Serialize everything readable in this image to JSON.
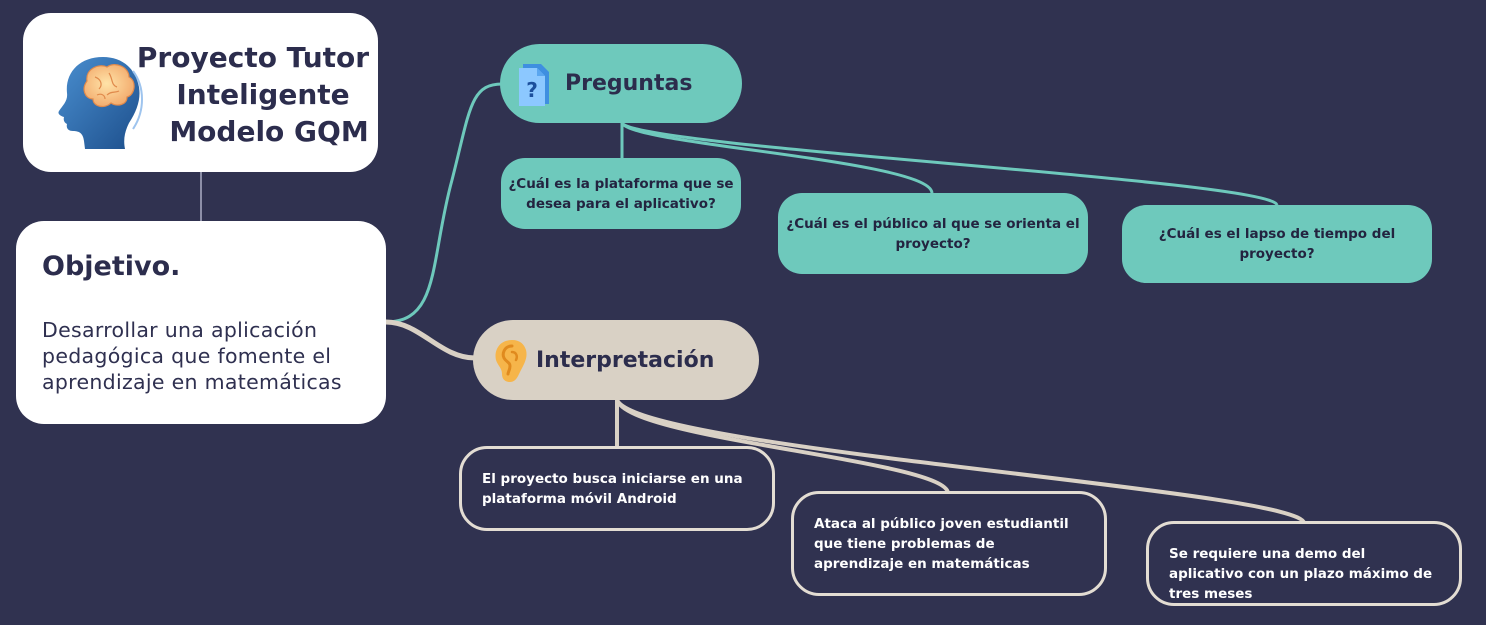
{
  "title_card": {
    "lines": [
      "Proyecto Tutor",
      "Inteligente",
      "Modelo GQM"
    ],
    "icon": "brain-head-icon"
  },
  "objective": {
    "heading": "Objetivo.",
    "body": "Desarrollar una aplicación pedagógica que fomente el aprendizaje en matemáticas"
  },
  "branches": {
    "questions": {
      "label": "Preguntas",
      "icon": "question-document-icon",
      "items": [
        "¿Cuál es la plataforma que se desea para el aplicativo?",
        "¿Cuál es el público al que se orienta el proyecto?",
        "¿Cuál es el lapso de tiempo del proyecto?"
      ]
    },
    "interpretation": {
      "label": "Interpretación",
      "icon": "ear-icon",
      "items": [
        "El proyecto busca iniciarse en una plataforma móvil Android",
        "Ataca al público joven estudiantil que tiene problemas de aprendizaje en matemáticas",
        "Se requiere una demo del aplicativo con un plazo máximo de tres meses"
      ]
    }
  },
  "colors": {
    "background": "#303250",
    "question_fill": "#6ec9bc",
    "interpretation_fill": "#d9d1c5",
    "interpretation_outline": "#e3ddd3",
    "card_fill": "#ffffff",
    "text_dark": "#2c2d4d"
  }
}
